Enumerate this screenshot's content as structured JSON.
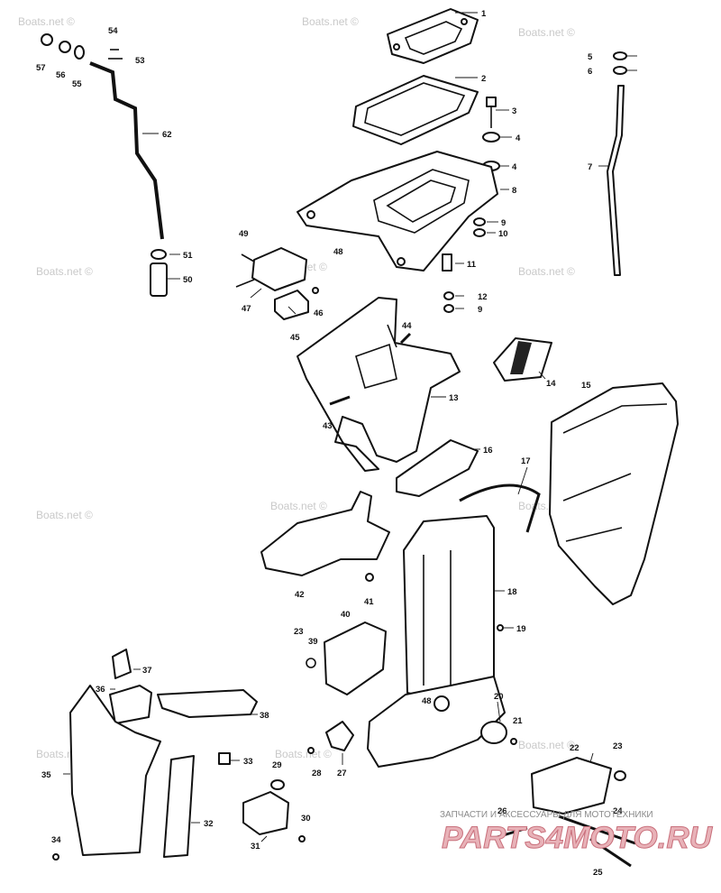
{
  "watermark": "Boats.net ©",
  "footer": {
    "banner": "ЗАПЧАСТИ И АКСЕССУАРЫ ДЛЯ МОТОТЕХНИКИ",
    "brand": "PARTS4MOTO.RU"
  },
  "callouts": [
    "1",
    "2",
    "3",
    "4",
    "4",
    "5",
    "6",
    "7",
    "8",
    "9",
    "9",
    "10",
    "11",
    "12",
    "13",
    "14",
    "15",
    "16",
    "17",
    "18",
    "19",
    "20",
    "21",
    "22",
    "23",
    "23",
    "24",
    "25",
    "26",
    "27",
    "28",
    "29",
    "30",
    "31",
    "32",
    "33",
    "34",
    "35",
    "36",
    "37",
    "38",
    "39",
    "40",
    "41",
    "42",
    "43",
    "44",
    "45",
    "46",
    "47",
    "48",
    "48",
    "49",
    "50",
    "51",
    "53",
    "54",
    "55",
    "56",
    "57",
    "62"
  ]
}
